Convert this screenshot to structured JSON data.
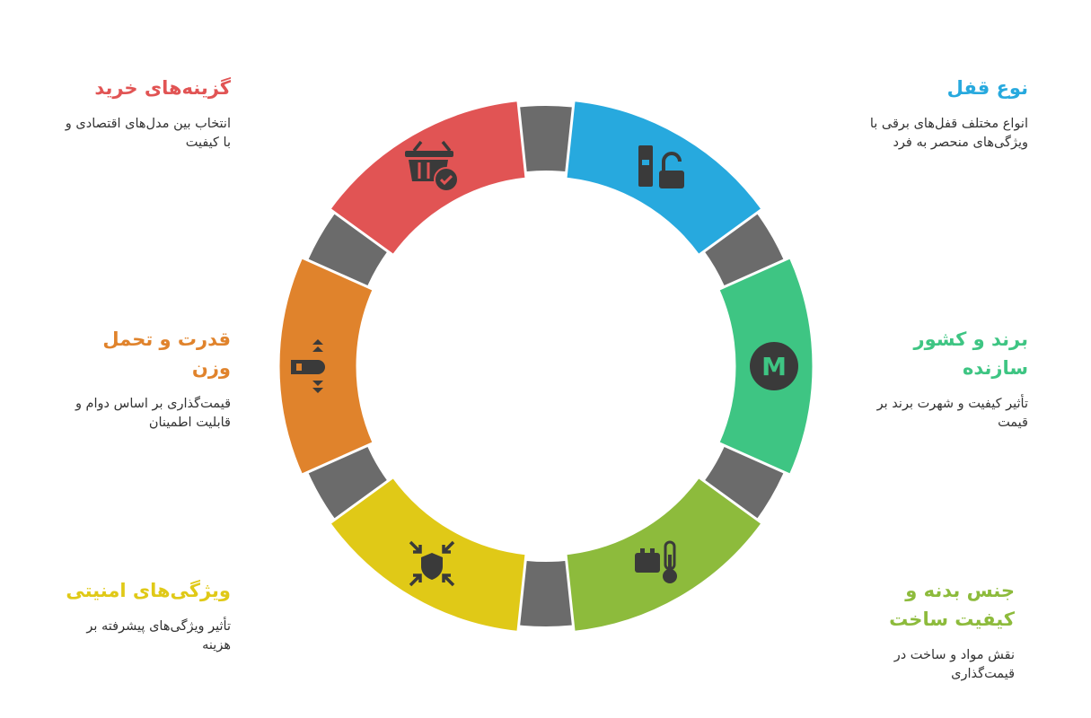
{
  "diagram": {
    "ring_color": "#6b6b6b",
    "segments": [
      {
        "id": "lock-type",
        "title": "نوع قفل",
        "desc": "انواع مختلف قفل‌های برقی با ویژگی‌های منحصر به فرد",
        "color": "#27a9de",
        "icon": "lock-icon"
      },
      {
        "id": "brand",
        "title": "برند و کشور سازنده",
        "desc": "تأثیر کیفیت و شهرت برند بر قیمت",
        "color": "#3ec583",
        "icon": "brand-m-icon",
        "icon_letter": "M"
      },
      {
        "id": "material",
        "title": "جنس بدنه و کیفیت ساخت",
        "desc": "نقش مواد و ساخت در قیمت‌گذاری",
        "color": "#8dbb3c",
        "icon": "battery-thermometer-icon"
      },
      {
        "id": "security",
        "title": "ویژگی‌های امنیتی",
        "desc": "تأثیر ویژگی‌های پیشرفته بر هزینه",
        "color": "#e0c917",
        "icon": "shield-arrows-icon"
      },
      {
        "id": "strength",
        "title": "قدرت و تحمل وزن",
        "desc": "قیمت‌گذاری بر اساس دوام و قابلیت اطمینان",
        "color": "#e0832c",
        "icon": "magnet-lock-icon"
      },
      {
        "id": "purchase",
        "title": "گزینه‌های خرید",
        "desc": "انتخاب بین مدل‌های اقتصادی و با کیفیت",
        "color": "#e15454",
        "icon": "basket-check-icon"
      }
    ]
  }
}
